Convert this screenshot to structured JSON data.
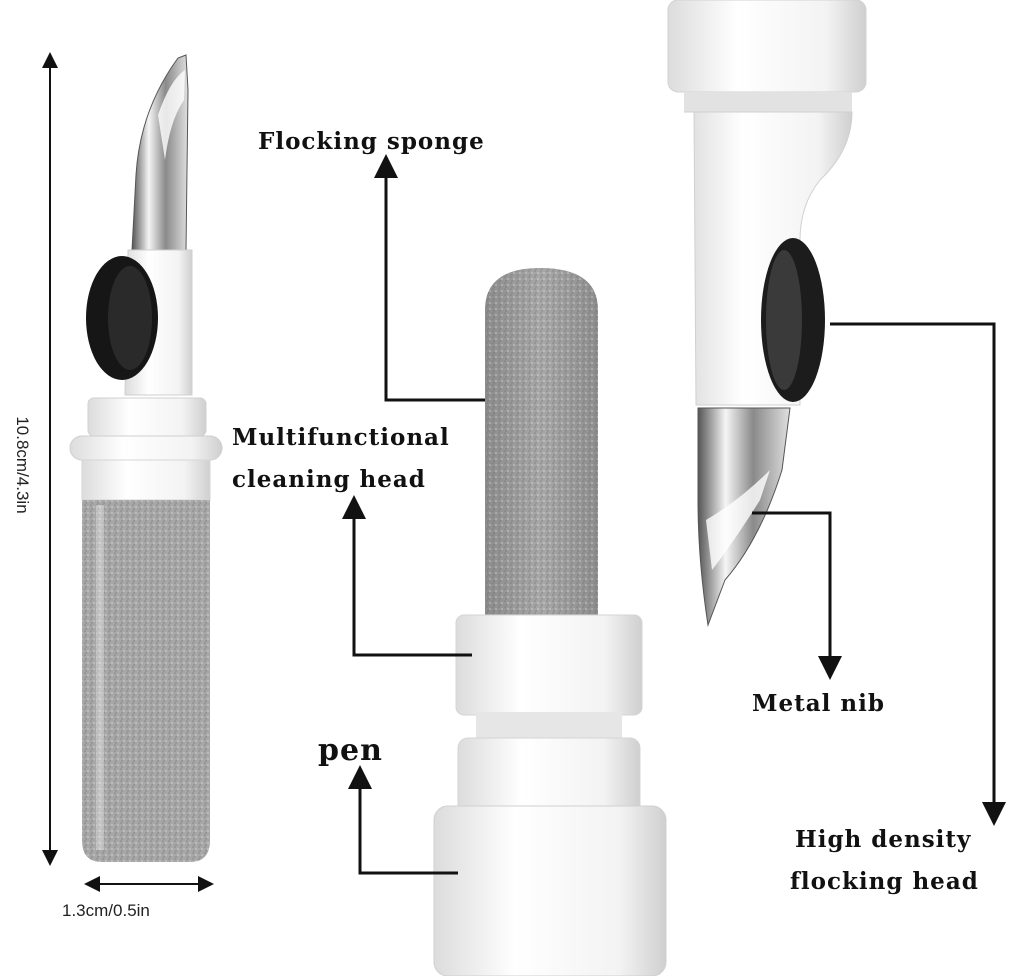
{
  "labels": {
    "flocking_sponge": "Flocking sponge",
    "multi_line1": "Multifunctional",
    "multi_line2": "cleaning head",
    "pen": "pen",
    "metal_nib": "Metal nib",
    "high_line1": "High density",
    "high_line2": "flocking head"
  },
  "dimensions": {
    "height": "10.8cm/4.3in",
    "width": "1.3cm/0.5in"
  },
  "colors": {
    "ink": "#111111",
    "body": "#f4f4f4",
    "sponge": "#9a9a9a",
    "brush": "#1a1a1a",
    "metal": "#b9b9b9"
  }
}
